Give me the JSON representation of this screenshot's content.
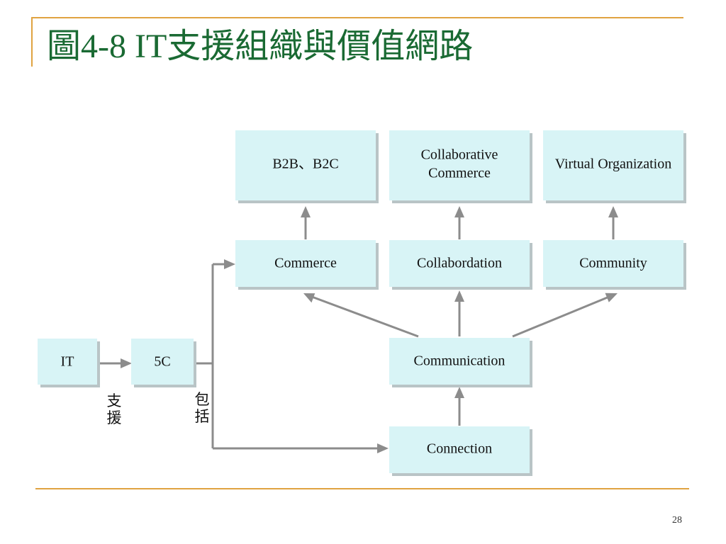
{
  "slide": {
    "title": "圖4-8 IT支援組織與價值網路",
    "page_number": "28"
  },
  "theme": {
    "accent": "#e0a341",
    "title_color": "#1a6a33",
    "node_fill": "#d8f4f6",
    "arrow_color": "#8c8c8c"
  },
  "diagram": {
    "nodes": {
      "it": {
        "label": [
          "IT"
        ]
      },
      "five_c": {
        "label": [
          "5C"
        ]
      },
      "commerce": {
        "label": [
          "Commerce"
        ]
      },
      "collabordation": {
        "label": [
          "Collabordation"
        ]
      },
      "community": {
        "label": [
          "Community"
        ]
      },
      "communication": {
        "label": [
          "Communication"
        ]
      },
      "connection": {
        "label": [
          "Connection"
        ]
      },
      "b2b_b2c": {
        "label": [
          "B2B、B2C"
        ]
      },
      "collaborative_commerce": {
        "label": [
          "Collaborative",
          "Commerce"
        ]
      },
      "virtual_organization": {
        "label": [
          "Virtual Organization"
        ]
      }
    },
    "edge_labels": {
      "supports": [
        "支",
        "援"
      ],
      "includes": [
        "包",
        "括"
      ]
    }
  }
}
